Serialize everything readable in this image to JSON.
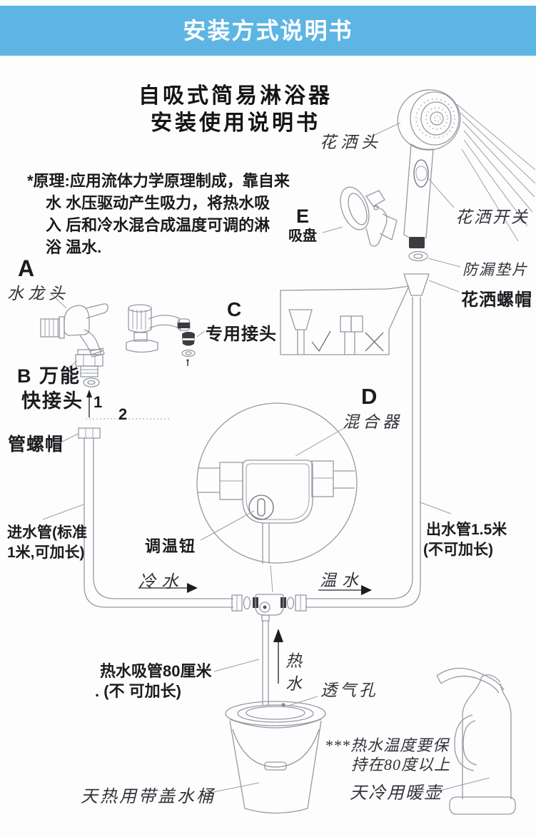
{
  "header": {
    "title": "安装方式说明书",
    "bar_color": "#5db5e3"
  },
  "doc": {
    "title_line1": "自吸式简易淋浴器",
    "title_line2": "安装使用说明书",
    "principle_line1": "*原理:应用流体力学原理制成，靠自来",
    "principle_line2": "水 水压驱动产生吸力，将热水吸",
    "principle_line3": "入 后和冷水混合成温度可调的淋",
    "principle_line4": "浴 温水."
  },
  "labels": {
    "shower_head": "花洒头",
    "shower_switch": "花洒开关",
    "part_e": "E",
    "suction_cup": "吸盘",
    "leakproof_gasket": "防漏垫片",
    "shower_nut": "花洒螺帽",
    "part_a": "A",
    "faucet": "水龙头",
    "part_b_line1": "B 万能",
    "part_b_line2": "快接头",
    "part_c": "C",
    "special_connector": "专用接头",
    "step_1": "1",
    "step_2": "2",
    "pipe_nut": "管螺帽",
    "part_d": "D",
    "mixer": "混合器",
    "inlet_pipe_line1": "进水管(标准",
    "inlet_pipe_line2": "1米,可加长)",
    "temp_knob": "调温钮",
    "outlet_pipe_line1": "出水管1.5米",
    "outlet_pipe_line2": "(不可加长)",
    "cold_water": "冷水",
    "warm_water": "温水",
    "suction_tube_line1": "热水吸管80厘米",
    "suction_tube_line2": ". (不 可加长)",
    "hot_char": "热",
    "water_char": "水",
    "air_vent": "透气孔",
    "hot_day_bucket": "天热用带盖水桶",
    "note_line1": "***热水温度要保",
    "note_line2": "持在80度以上",
    "cold_day_kettle": "天冷用暖壶"
  }
}
